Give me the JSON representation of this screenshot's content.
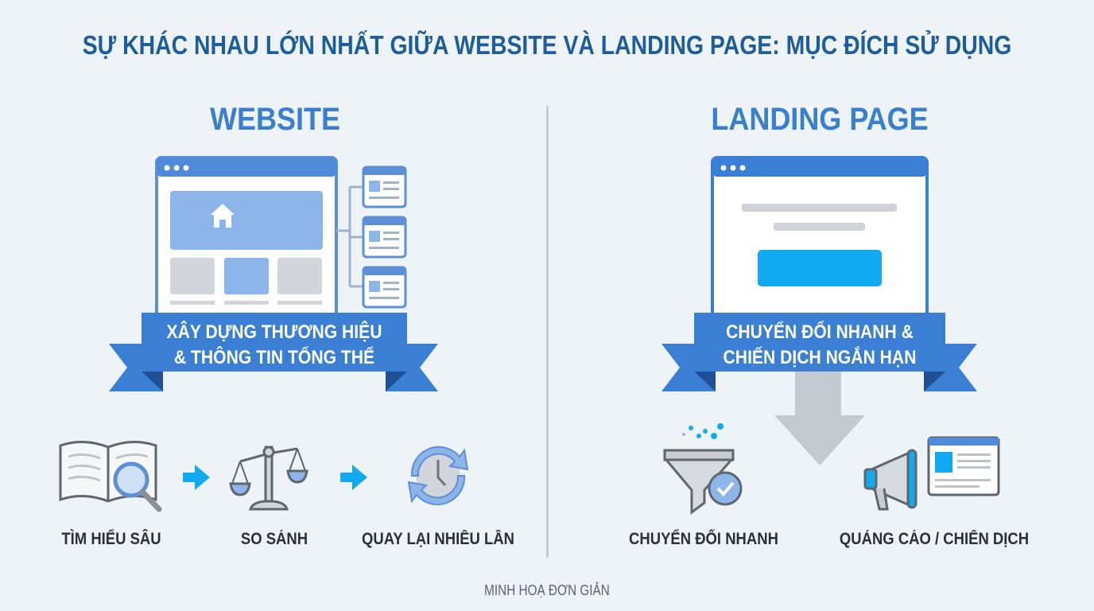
{
  "title": "SỰ KHÁC NHAU LỚN NHẤT GIỮA WEBSITE VÀ LANDING PAGE: MỤC ĐÍCH SỬ DỤNG",
  "colors": {
    "title": "#1d5c9e",
    "heading": "#3a7ecf",
    "ribbon": "#3b7fd4",
    "ribbon_dark": "#2a64b0",
    "accent_cyan": "#11aaf0",
    "light_blue": "#a8c8ee",
    "background": "#eef3f8"
  },
  "website": {
    "heading": "WEBSITE",
    "ribbon_line1": "XÂY DỰNG THƯƠNG HIỆU",
    "ribbon_line2": "& THÔNG TIN TỔNG THỂ",
    "steps": [
      {
        "icon": "book-search-icon",
        "label": "TÌM HIỂU SÂU"
      },
      {
        "icon": "scale-icon",
        "label": "SO SÁNH"
      },
      {
        "icon": "clock-refresh-icon",
        "label": "QUAY LẠI NHIỀU LẦN"
      }
    ]
  },
  "landing": {
    "heading": "LANDING PAGE",
    "ribbon_line1": "CHUYỂN ĐỔI NHANH &",
    "ribbon_line2": "CHIẾN DỊCH NGẮN HẠN",
    "items": [
      {
        "icon": "funnel-check-icon",
        "label": "CHUYỂN ĐỔI NHANH"
      },
      {
        "icon": "megaphone-ad-icon",
        "label": "QUẢNG CÁO / CHIẾN DỊCH"
      }
    ]
  },
  "footer": "MINH HOẠ ĐƠN GIẢN"
}
